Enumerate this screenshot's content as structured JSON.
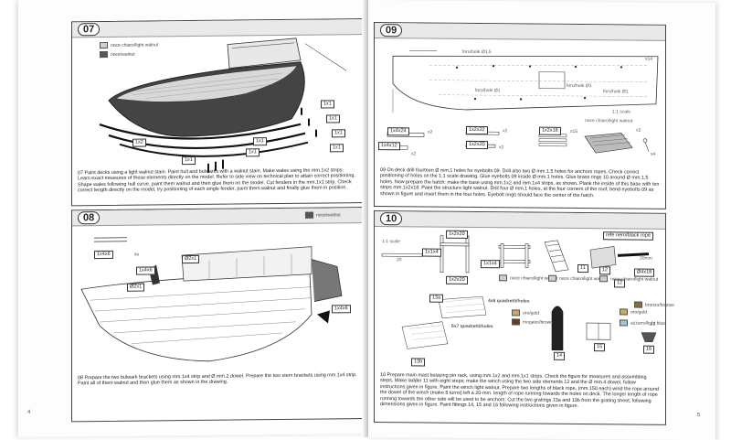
{
  "left": {
    "page_number": "4",
    "step07": {
      "number": "07",
      "legend": [
        "noce chiaro/light walnut",
        "noce/walnut"
      ],
      "part_labels": [
        "1x2",
        "1x1",
        "1x1",
        "1x1",
        "1x1",
        "1x1",
        "1x1",
        "1x1"
      ],
      "text": "07 Paint decks using a light walnut stain. Paint hull and bulwarks with a walnut stain. Make wales using the mm.1x2 strips. Learn exact measures of these elements directly on the model. Refer to side view on technical plan to attain correct positioning. Shape wales following hull curve, paint them walnut and then glue them on the model. Cut fenders in the mm.1x1 strip. Check correct length directly on the model, try positioning of each single fender, paint them walnut and finally glue them in position."
    },
    "step08": {
      "number": "08",
      "legend": [
        "noce/walnut"
      ],
      "part_labels": [
        "1x4x6",
        "4x",
        "1x4x6",
        "Ø2x1",
        "Ø2x1",
        "1x4x6"
      ],
      "text": "08 Prepare the two bulwark brackets using mm.1x4 strip and Ø mm.2 dowel. Prepare the two stern brackets using mm.1x4 strip. Paint all of them walnut and then glue them as shown in the drawing."
    }
  },
  "right": {
    "page_number": "5",
    "step09": {
      "number": "09",
      "labels": [
        "foro/hole Ø1,5",
        "foro/hole Ø1",
        "foro/hole Ø1",
        "foro/hole Ø1",
        "noce chiaro/light walnut",
        "1:1 scale"
      ],
      "part_labels": [
        "1x4x24",
        "x2",
        "1x4x12",
        "x2",
        "1x2x22",
        "x2",
        "1x2x20",
        "x2",
        "1x2x18",
        "x15",
        "x2",
        "x4",
        "x14"
      ],
      "text": "09 On deck drill fourteen Ø mm.1 holes for eyebolts 09. Drill also two Ø mm.1,5 holes for anchors ropes. Check correct positioning of holes on the 1:1 scale drawing. Glue eyebolts 09 inside Ø mm.1 holes. Glue brass rings 10 around Ø mm.1,5 holes. Now prepare the hatch: make the base using mm.1x2 and mm.1x4 strips, as shown. Plank the inside of this base with ten strips mm.1x2x18. Paint the structure light walnut. Drill four Ø mm.1 holes, at the four corners of the roof, bend eyebolts 09 as shown in figure and insert them in the four holes. Eyebolt rings should face the center of the hatch."
    },
    "step10": {
      "number": "10",
      "scale": "1:1 scale",
      "part_labels": [
        "1x2x20",
        "1x1x4",
        "1x1x4",
        "1x2x20",
        "20",
        "11",
        "12",
        "12",
        "13a",
        "13b",
        "14",
        "15",
        "16",
        "Ø4x18",
        "20mm",
        "x2"
      ],
      "tag_rope": "refe nero/black rope",
      "legend": [
        "noce chiaro/light walnut",
        "noce chiaro/light walnut",
        "noce chiaro/light walnut",
        "oro/gold",
        "oro/gold",
        "mogano/brown",
        "azzurro/light blue",
        "bronzo/bronze"
      ],
      "grating_labels": [
        "4x6 quadretti/holes",
        "6x7 quadretti/holes"
      ],
      "text": "10 Prepare main mast belaying pin rack, using mm.1x2 and mm.1x1 strips. Check the figure for measures and assembling steps. Make ladder 11 with eight steps; make the winch using the two side elements 12 and the Ø mm.4 dowel, follow instructions given in figure. Paint the winch light walnut. Prepare two lengths of black rope, (mm.150 each) wind the rope around the dowel of the winch (make 8 turns) left a 20-mm. length of rope running towards the holes on deck. The longer length of rope running towards the other side will be used to be anchors. Cut the two gratings 13a and 13b from the grating sheet, following dimensions given in figure. Paint fittings 14, 15 and 16 following instructions given in figure."
    }
  }
}
